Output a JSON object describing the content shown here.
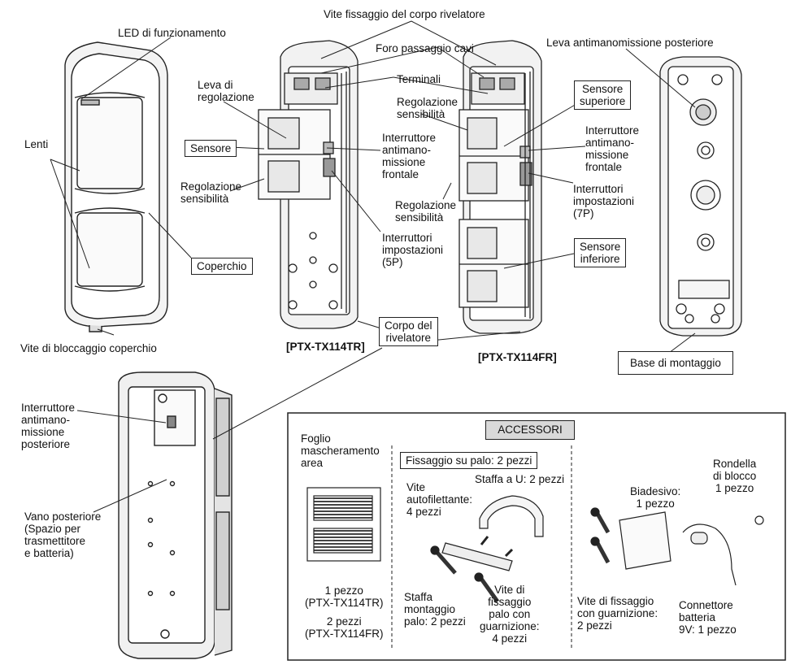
{
  "labels": {
    "led": "LED di funzionamento",
    "lenti": "Lenti",
    "coperchio": "Coperchio",
    "vite_bloccaggio": "Vite di bloccaggio coperchio",
    "vite_fissaggio_corpo": "Vite fissaggio del corpo rivelatore",
    "foro_cavi": "Foro passaggio cavi",
    "terminali": "Terminali",
    "leva_regolazione": "Leva di\nregolazione",
    "sensore": "Sensore",
    "regolazione_sens_left": "Regolazione\nsensibilità",
    "regolazione_sens_top": "Regolazione\nsensibilità",
    "interruttore_antimanomissione_frontale_mid": "Interruttore\nantimano-\nmissione\nfrontale",
    "regolazione_sens_mid": "Regolazione\nsensibilità",
    "interruttori_impostazioni_5p": "Interruttori\nimpostazioni\n(5P)",
    "corpo_rivelatore": "Corpo del\nrivelatore",
    "model_tr": "[PTX-TX114TR]",
    "model_fr": "[PTX-TX114FR]",
    "sensore_superiore": "Sensore\nsuperiore",
    "interruttore_antimanomissione_frontale_right": "Interruttore\nantimano-\nmissione\nfrontale",
    "interruttori_impostazioni_7p": "Interruttori\nimpostazioni\n(7P)",
    "sensore_inferiore": "Sensore\ninferiore",
    "leva_posteriore": "Leva antimanomissione posteriore",
    "base_montaggio": "Base di montaggio",
    "interruttore_posteriore": "Interruttore\nantimano-\nmissione\nposteriore",
    "vano_posteriore": "Vano posteriore\n(Spazio per\ntrasmettitore\ne batteria)"
  },
  "accessories": {
    "title": "ACCESSORI",
    "foglio": "Foglio\nmascheramento\narea",
    "foglio_qty_tr": "1 pezzo\n(PTX-TX114TR)",
    "foglio_qty_fr": "2 pezzi\n(PTX-TX114FR)",
    "fissaggio_palo": "Fissaggio su palo: 2 pezzi",
    "staffa_u": "Staffa a U: 2 pezzi",
    "vite_autofilettante": "Vite\nautofilettante:\n4 pezzi",
    "staffa_montaggio": "Staffa\nmontaggio\npalo: 2 pezzi",
    "vite_fissaggio_palo": "Vite di\nfissaggio\npalo con\nguarnizione:\n4 pezzi",
    "biadesivo": "Biadesivo:\n1 pezzo",
    "rondella": "Rondella\ndi blocco\n1 pezzo",
    "vite_guarnizione": "Vite di fissaggio\ncon guarnizione:\n2 pezzi",
    "connettore": "Connettore\nbatteria\n9V: 1 pezzo"
  }
}
